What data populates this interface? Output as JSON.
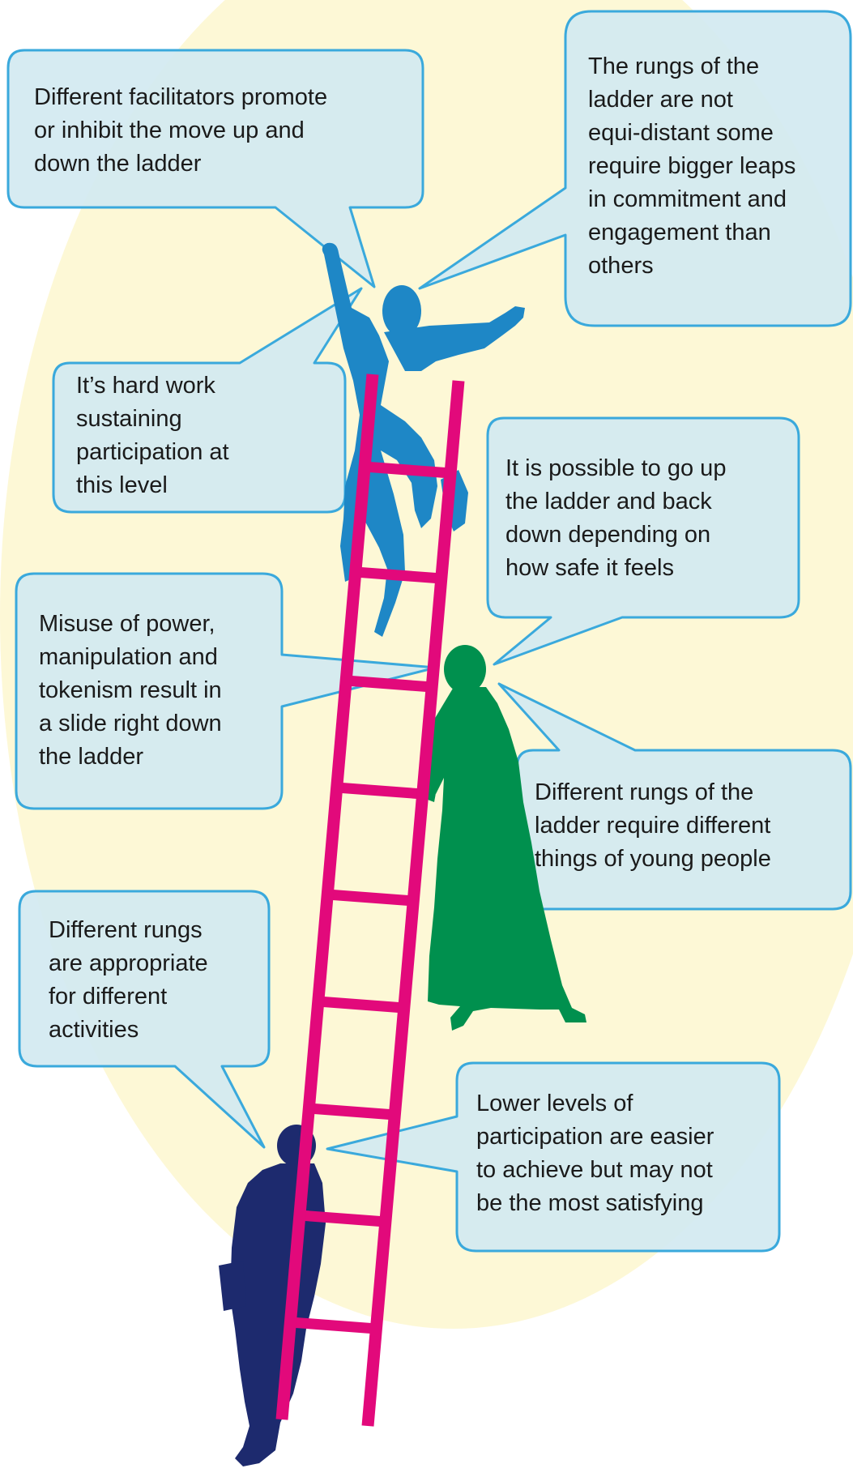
{
  "colors": {
    "background": "#ffffff",
    "glow": "#fdf8d6",
    "ladder": "#e2097b",
    "callout_fill": "#d3e9f1",
    "callout_stroke": "#3aa9dc",
    "person_top": "#1e87c6",
    "person_middle": "#00904e",
    "person_bottom": "#1d2a6e",
    "text": "#1a1a1a"
  },
  "figures": [
    {
      "name": "climbing-person-silhouette",
      "color_key": "person_top"
    },
    {
      "name": "standing-woman-silhouette",
      "color_key": "person_middle"
    },
    {
      "name": "walking-person-silhouette",
      "color_key": "person_bottom"
    }
  ],
  "callouts": [
    {
      "id": "facilitators",
      "lines": [
        "Different facilitators promote",
        "or inhibit the move up and",
        "down the ladder"
      ]
    },
    {
      "id": "rungs-not-equidistant",
      "lines": [
        "The rungs of the",
        "ladder are not",
        "equi-distant some",
        "require bigger leaps",
        "in commitment and",
        "engagement than",
        "others"
      ]
    },
    {
      "id": "hard-work",
      "lines": [
        "It’s hard work",
        "sustaining",
        "participation at",
        "this level"
      ]
    },
    {
      "id": "go-up-and-down",
      "lines": [
        "It is possible to go up",
        "the ladder and back",
        "down depending on",
        "how safe it feels"
      ]
    },
    {
      "id": "misuse-of-power",
      "lines": [
        "Misuse of power,",
        "manipulation and",
        "tokenism result in",
        "a slide right down",
        "the ladder"
      ]
    },
    {
      "id": "different-things",
      "lines": [
        "Different rungs of the",
        "ladder require different",
        "things of young people"
      ]
    },
    {
      "id": "appropriate-activities",
      "lines": [
        "Different rungs",
        "are appropriate",
        "for different",
        "activities"
      ]
    },
    {
      "id": "lower-levels",
      "lines": [
        "Lower levels of",
        "participation are easier",
        "to achieve but may not",
        "be the most satisfying"
      ]
    }
  ]
}
